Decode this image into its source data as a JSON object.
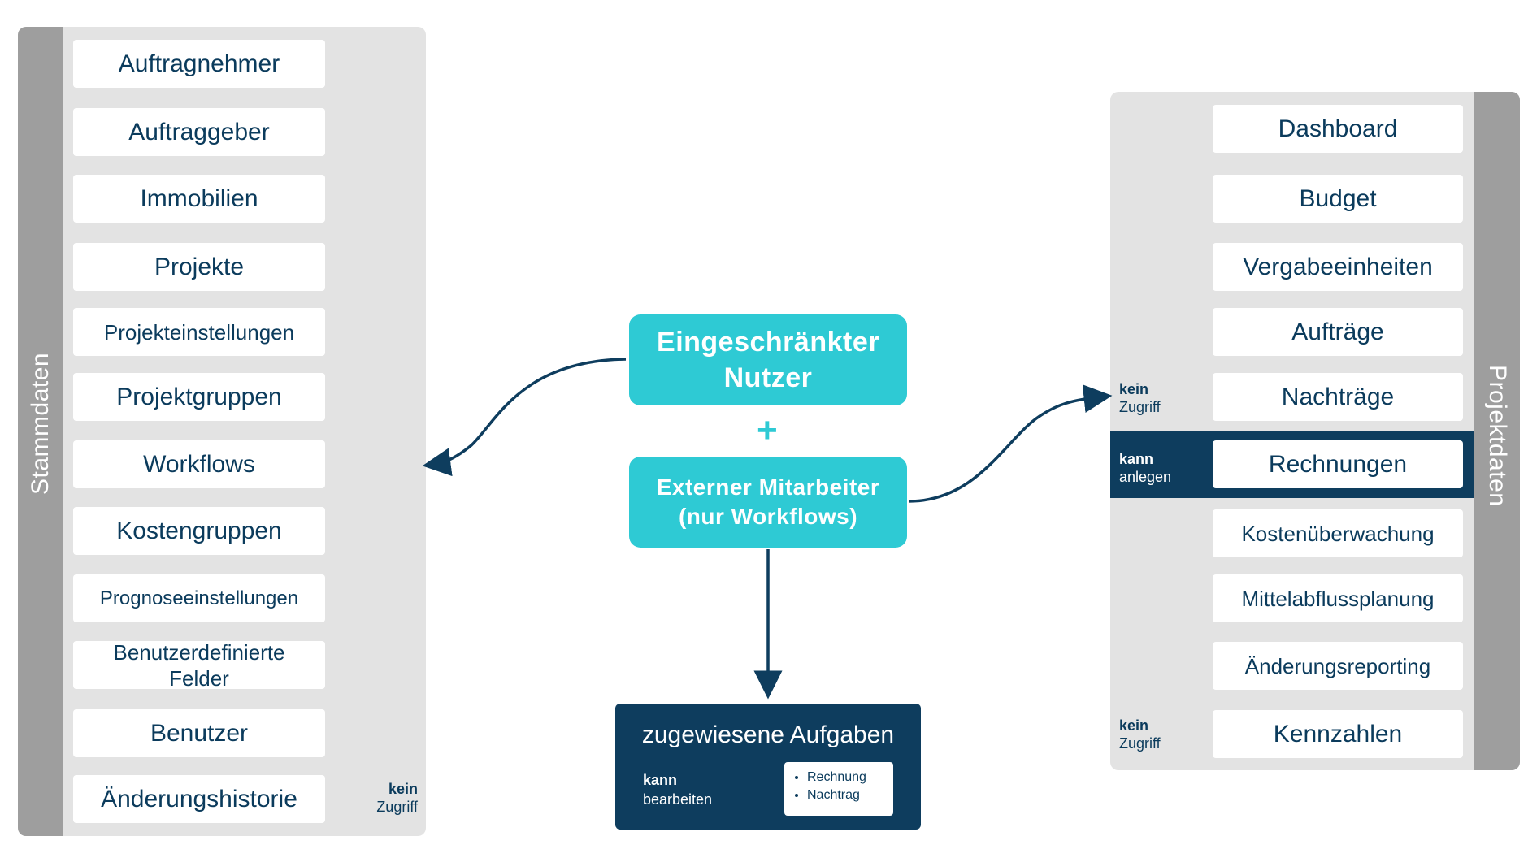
{
  "left_panel": {
    "label": "Stammdaten",
    "items": [
      "Auftragnehmer",
      "Auftraggeber",
      "Immobilien",
      "Projekte",
      "Projekteinstellungen",
      "Projektgruppen",
      "Workflows",
      "Kostengruppen",
      "Prognoseeinstellungen",
      "Benutzerdefinierte Felder",
      "Benutzer",
      "Änderungshistorie"
    ],
    "note": {
      "bold": "kein",
      "text": "Zugriff"
    }
  },
  "center": {
    "box1": {
      "line1": "Eingeschränkter",
      "line2": "Nutzer"
    },
    "plus": "+",
    "box2": {
      "line1": "Externer Mitarbeiter",
      "line2": "(nur Workflows)"
    },
    "tasks": {
      "title": "zugewiesene Aufgaben",
      "perm_bold": "kann",
      "perm_text": "bearbeiten",
      "list": [
        "Rechnung",
        "Nachtrag"
      ]
    }
  },
  "right_panel": {
    "label": "Projektdaten",
    "items": [
      "Dashboard",
      "Budget",
      "Vergabeeinheiten",
      "Aufträge",
      "Nachträge",
      "Rechnungen",
      "Kostenüberwachung",
      "Mittelabflussplanung",
      "Änderungsreporting",
      "Kennzahlen"
    ],
    "notes": [
      {
        "bold": "kein",
        "text": "Zugriff"
      },
      {
        "bold": "kann",
        "text": "anlegen"
      },
      {
        "bold": "kein",
        "text": "Zugriff"
      }
    ]
  },
  "colors": {
    "teal": "#2ecad4",
    "navy": "#0e3d5e",
    "panel": "#e3e3e3",
    "strip": "#9e9e9e"
  }
}
